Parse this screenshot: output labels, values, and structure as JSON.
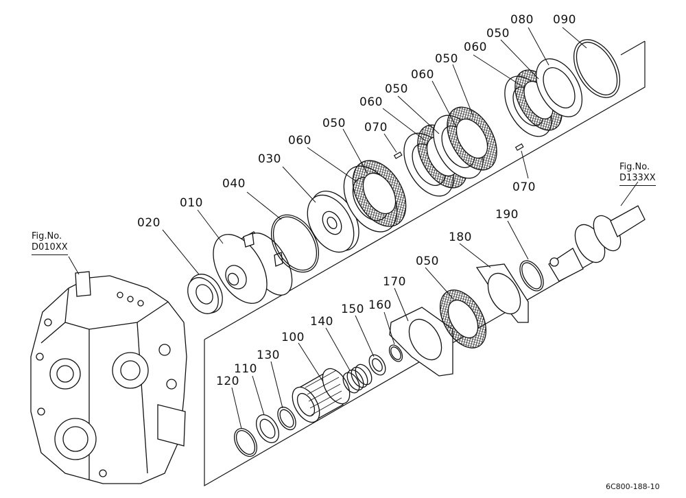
{
  "fig_refs": [
    {
      "title": "Fig.No.",
      "code": "D010XX"
    },
    {
      "title": "Fig.No.",
      "code": "D133XX"
    }
  ],
  "part_labels": [
    "020",
    "010",
    "040",
    "030",
    "060",
    "050",
    "070",
    "060",
    "050",
    "060",
    "050",
    "060",
    "050",
    "080",
    "090",
    "070",
    "190",
    "180",
    "050",
    "170",
    "160",
    "150",
    "140",
    "100",
    "130",
    "110",
    "120"
  ],
  "drawing_ref": "6C800-188-10"
}
